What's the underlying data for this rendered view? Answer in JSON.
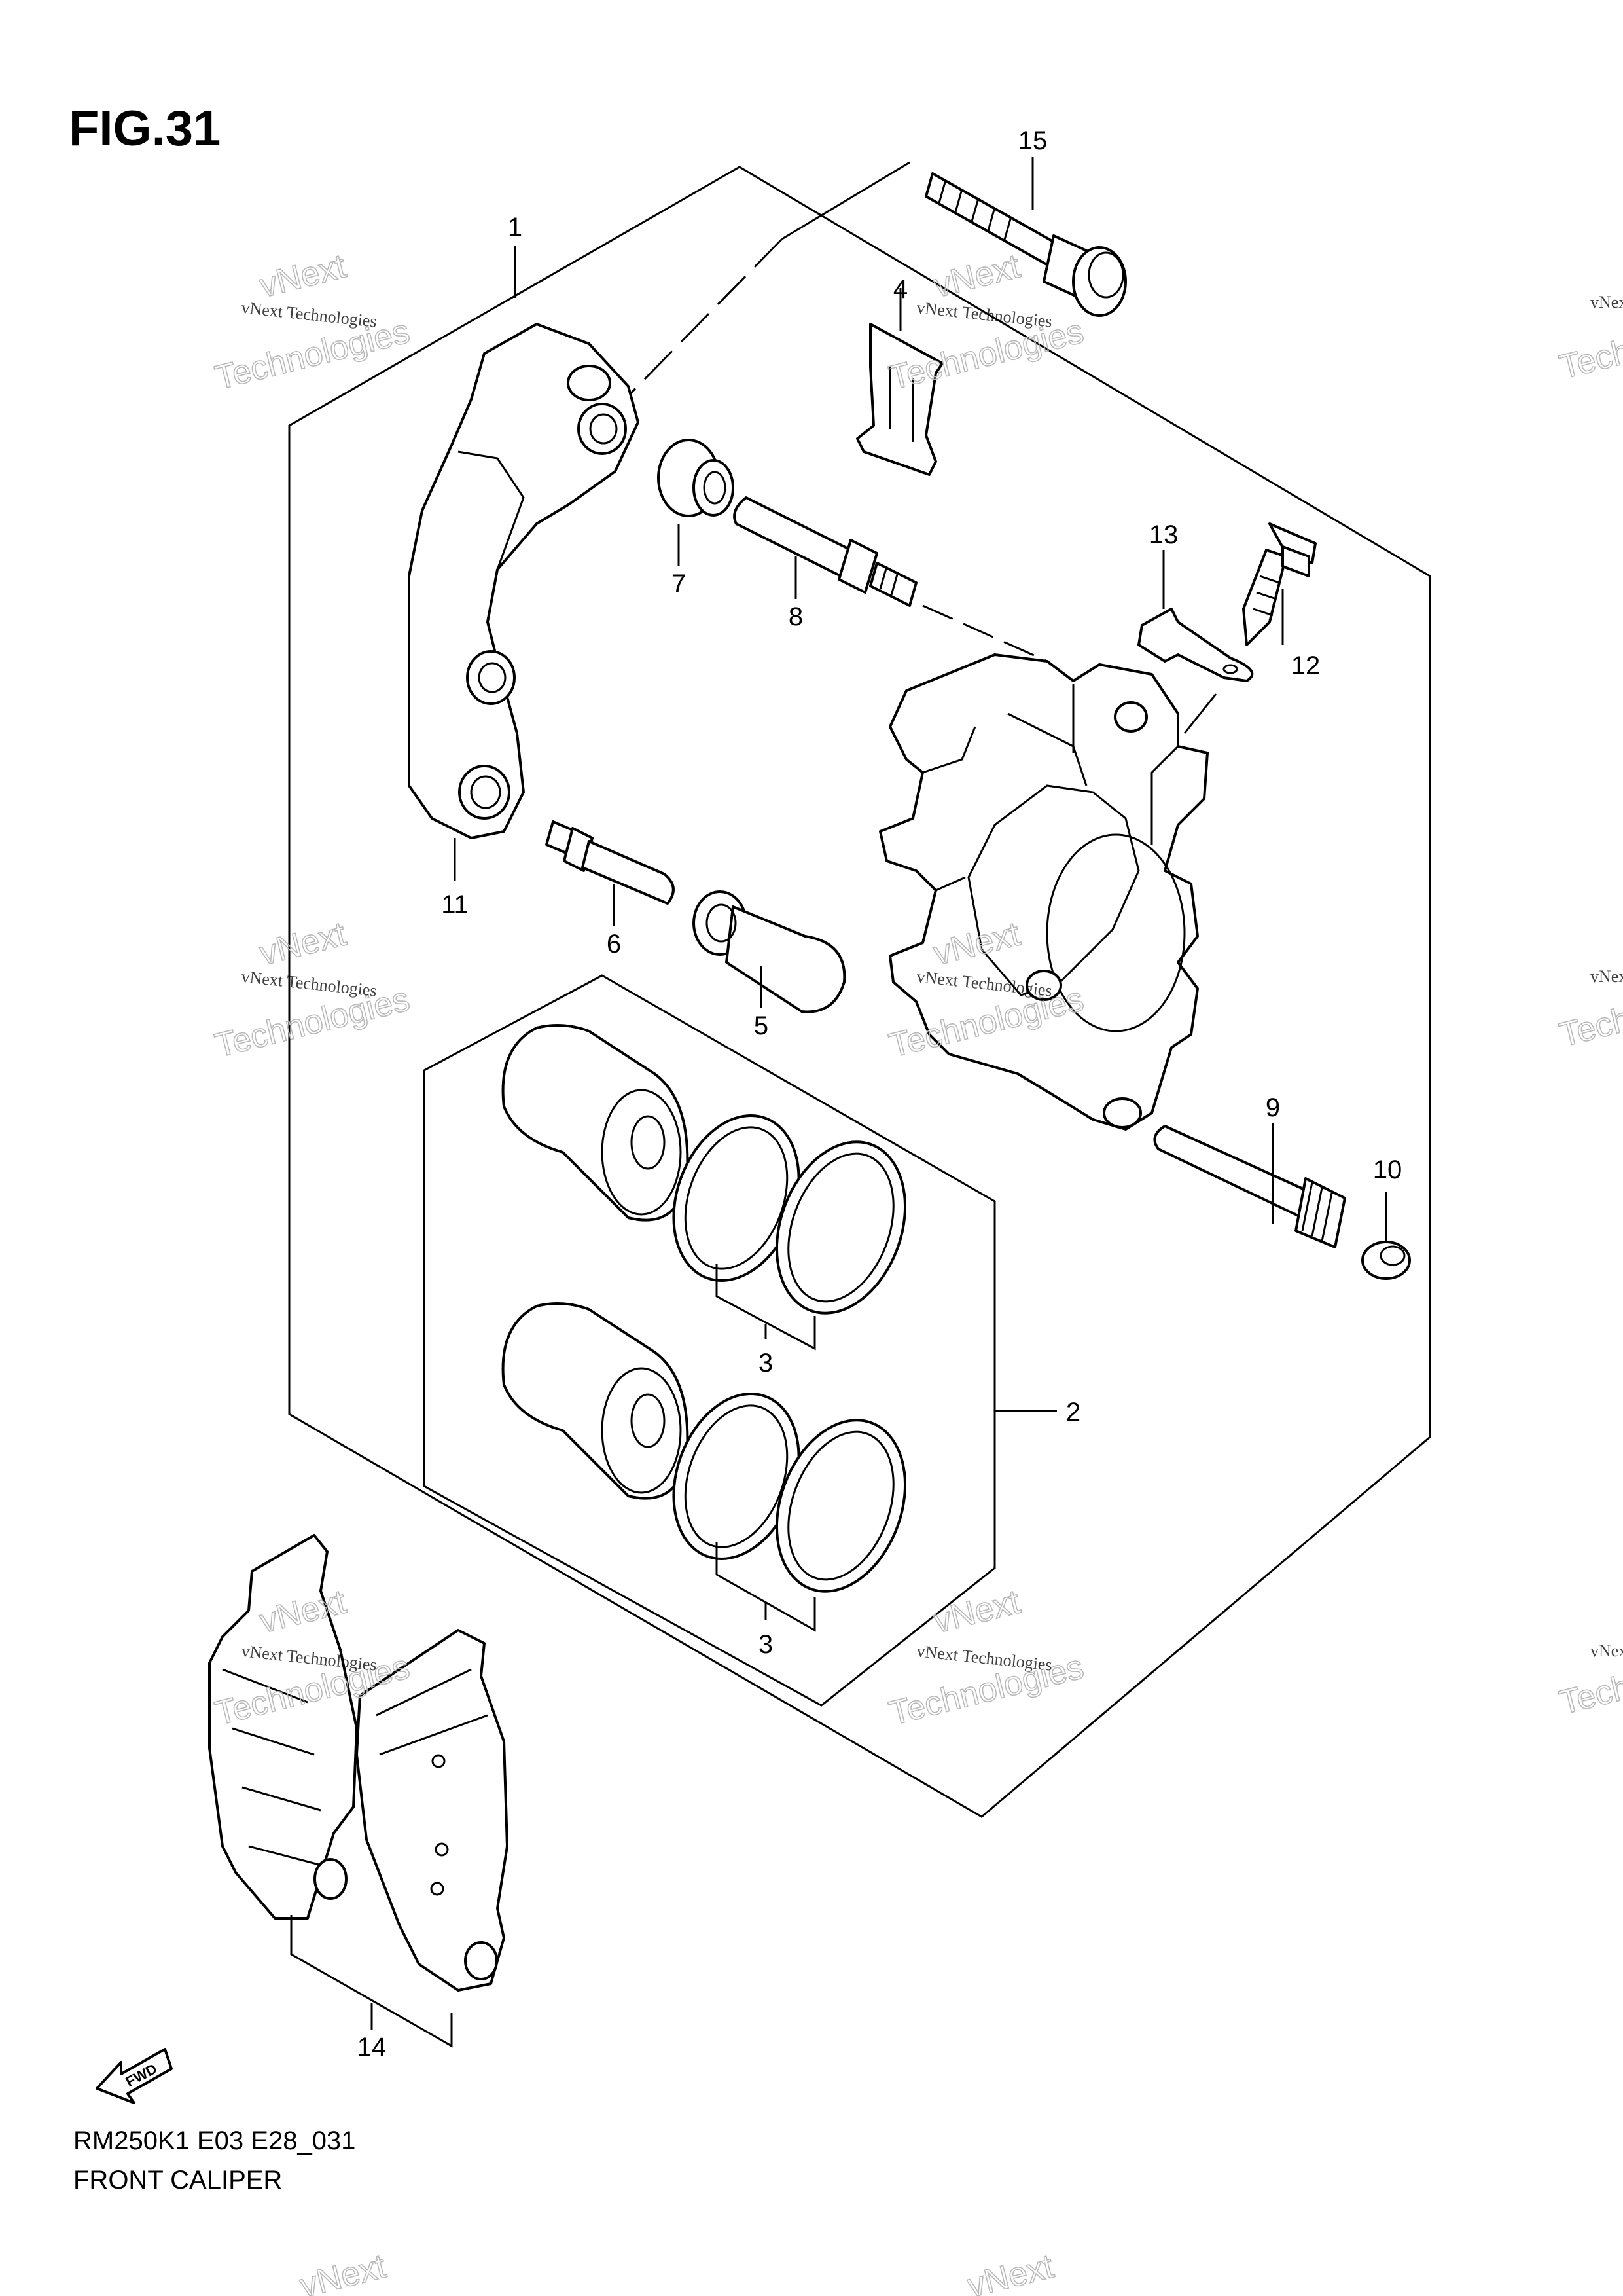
{
  "figure": {
    "title": "FIG.31"
  },
  "callouts": {
    "c1": "1",
    "c2": "2",
    "c3a": "3",
    "c3b": "3",
    "c4": "4",
    "c5": "5",
    "c6": "6",
    "c7": "7",
    "c8": "8",
    "c9": "9",
    "c10": "10",
    "c11": "11",
    "c12": "12",
    "c13": "13",
    "c14": "14",
    "c15": "15"
  },
  "footer": {
    "code": "RM250K1 E03 E28_031",
    "name": "FRONT CALIPER"
  },
  "fwd_arrow": {
    "label": "FWD"
  },
  "watermark": {
    "line1": "vNext Technologies",
    "line2": "vNext",
    "line3": "Technologies"
  }
}
